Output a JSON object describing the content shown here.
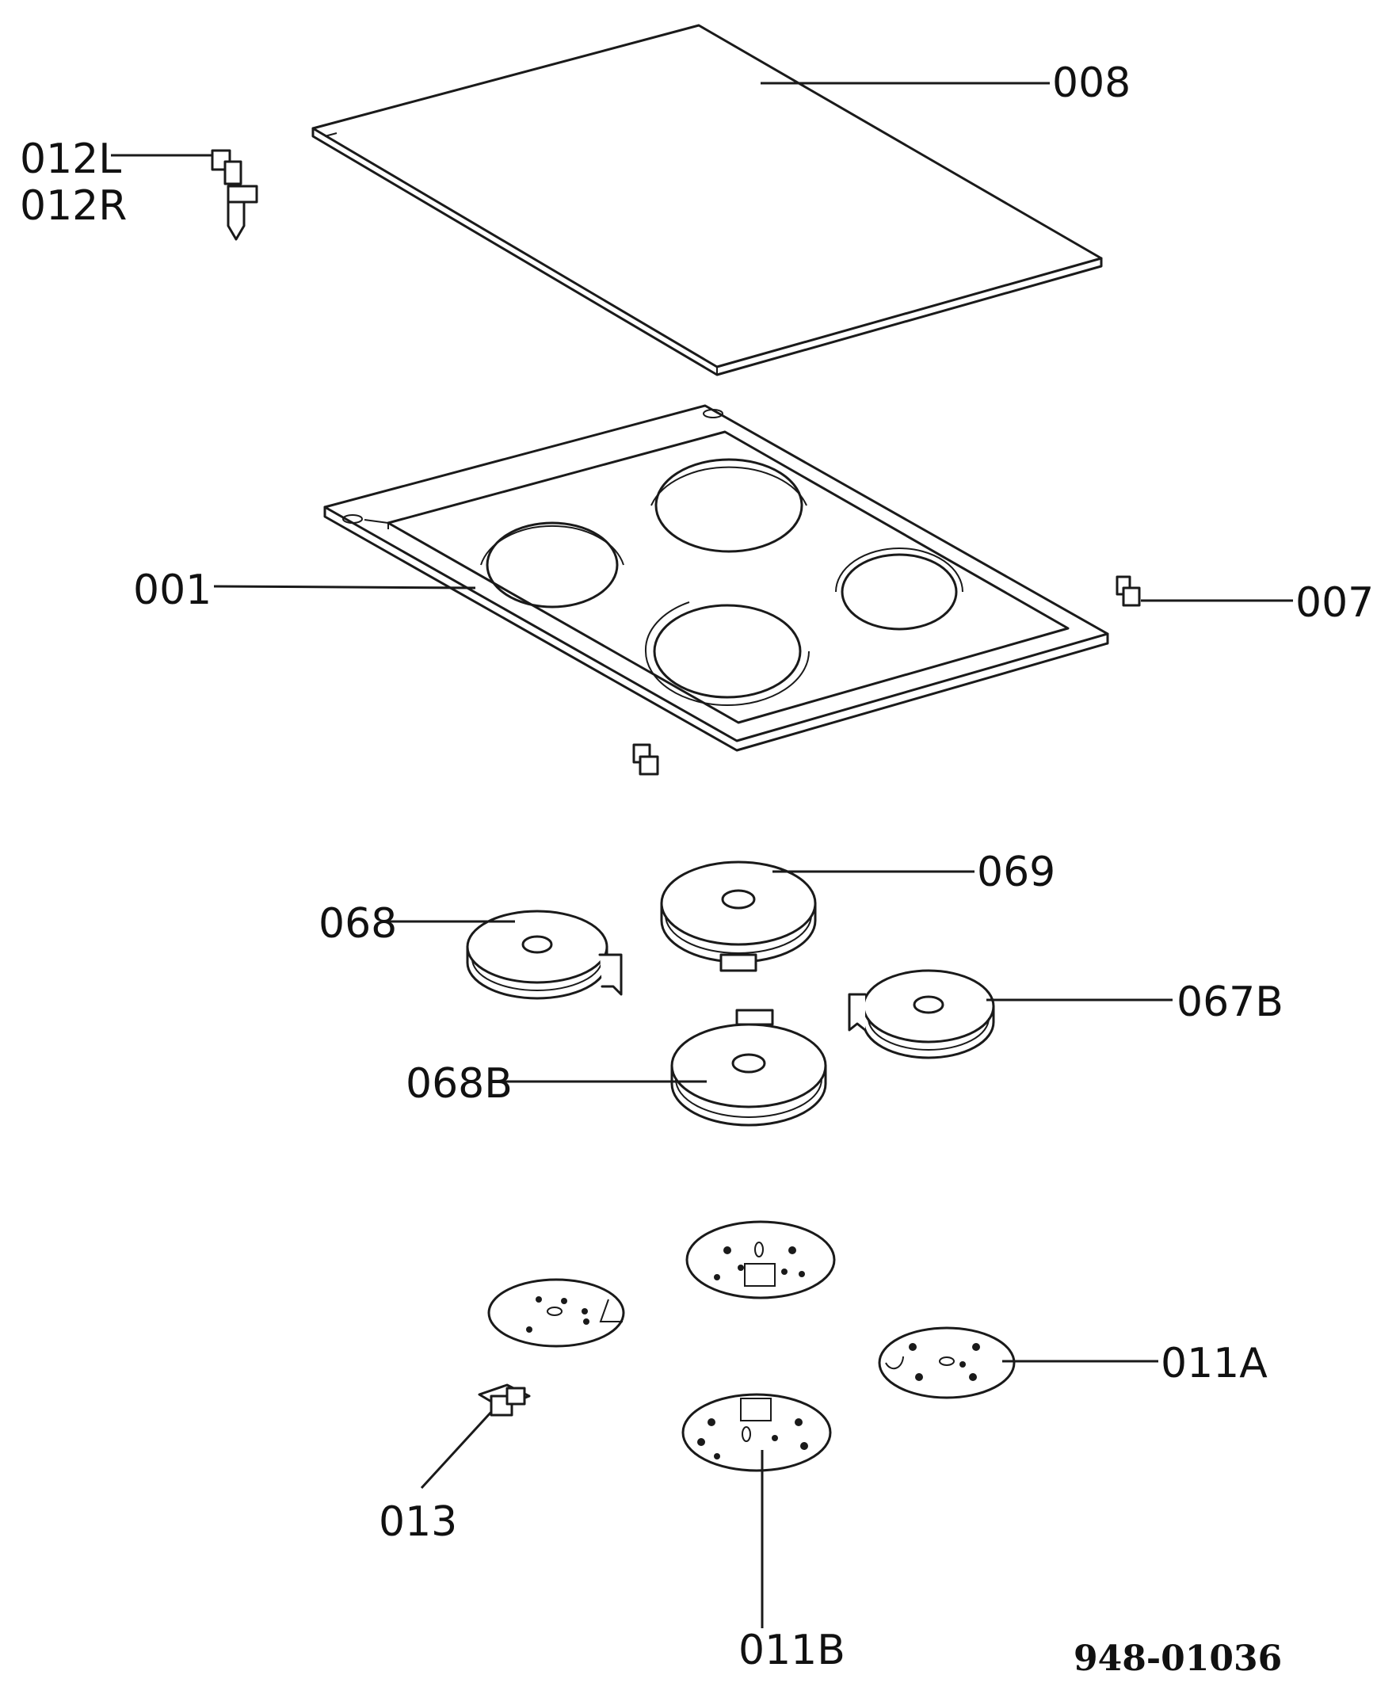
{
  "labels": {
    "l008": "008",
    "l012L": "012L",
    "l012R": "012R",
    "l001": "001",
    "l007": "007",
    "l069": "069",
    "l068": "068",
    "l067B": "067B",
    "l068B": "068B",
    "l011A": "011A",
    "l013": "013",
    "l011B": "011B"
  },
  "document_number": "948-01036"
}
